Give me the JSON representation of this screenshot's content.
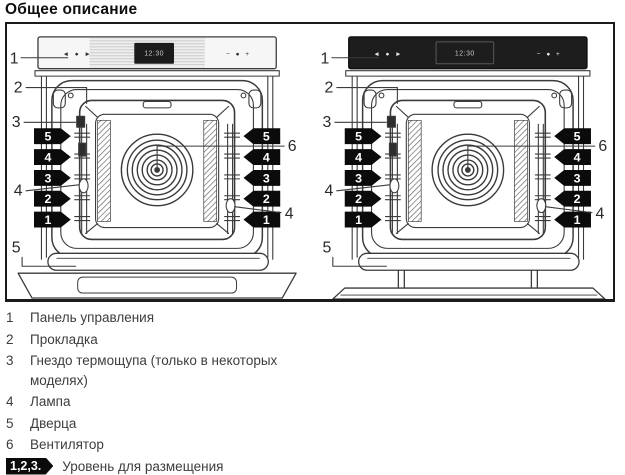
{
  "title": "Общее описание",
  "diagram": {
    "callouts": {
      "panel": "1",
      "gasket": "2",
      "probe_socket": "3",
      "lamp": "4",
      "door": "5",
      "fan": "6"
    },
    "shelf_levels": [
      "5",
      "4",
      "3",
      "2",
      "1"
    ],
    "ovens": [
      {
        "variant": "closed-door",
        "display_text": "12:30",
        "left_controls": "◄ ● ►",
        "right_controls": "− ● +"
      },
      {
        "variant": "open-door",
        "display_text": "12:30",
        "left_controls": "◄ ● ►",
        "right_controls": "− ● +"
      }
    ]
  },
  "legend": {
    "items": [
      {
        "num": "1",
        "label": "Панель управления"
      },
      {
        "num": "2",
        "label": "Прокладка"
      },
      {
        "num": "3",
        "label": "Гнездо термощупа (только в некоторых моделях)"
      },
      {
        "num": "4",
        "label": "Лампа"
      },
      {
        "num": "5",
        "label": "Дверца"
      },
      {
        "num": "6",
        "label": "Вентилятор"
      }
    ],
    "levels_badge": "1,2,3.",
    "levels_label": "Уровень для размещения"
  }
}
